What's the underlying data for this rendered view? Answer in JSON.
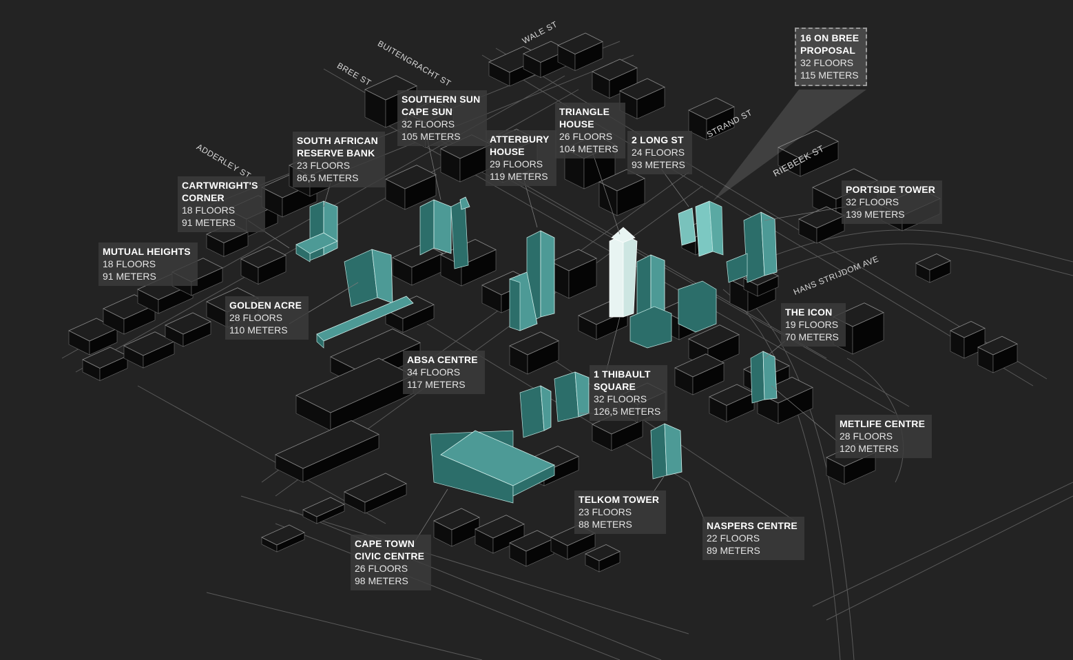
{
  "colors": {
    "background": "#232323",
    "highlight_building": "#4d9a96",
    "callout_box": "#3c3c3c"
  },
  "streets": [
    {
      "id": "wale",
      "name": "WALE ST"
    },
    {
      "id": "buitengracht",
      "name": "BUITENGRACHT ST"
    },
    {
      "id": "bree",
      "name": "BREE ST"
    },
    {
      "id": "adderley",
      "name": "ADDERLEY ST"
    },
    {
      "id": "strand",
      "name": "STRAND ST"
    },
    {
      "id": "riebeek",
      "name": "RIEBEEK ST"
    },
    {
      "id": "hans",
      "name": "HANS STRIJDOM AVE"
    }
  ],
  "buildings": [
    {
      "id": "bree16",
      "name": "16 ON BREE\nPROPOSAL",
      "floors": "32 FLOORS",
      "height": "115 METERS"
    },
    {
      "id": "southernsun",
      "name": "SOUTHERN SUN\nCAPE SUN",
      "floors": "32 FLOORS",
      "height": "105 METERS"
    },
    {
      "id": "triangle",
      "name": "TRIANGLE\nHOUSE",
      "floors": "26 FLOORS",
      "height": "104 METERS"
    },
    {
      "id": "atterbury",
      "name": "ATTERBURY\nHOUSE",
      "floors": "29 FLOORS",
      "height": "119 METERS"
    },
    {
      "id": "longst",
      "name": "2 LONG ST",
      "floors": "24 FLOORS",
      "height": "93 METERS"
    },
    {
      "id": "sarb",
      "name": "SOUTH AFRICAN\nRESERVE BANK",
      "floors": "23 FLOORS",
      "height": "86,5 METERS"
    },
    {
      "id": "cartwright",
      "name": "CARTWRIGHT'S\nCORNER",
      "floors": "18 FLOORS",
      "height": "91 METERS"
    },
    {
      "id": "portside",
      "name": "PORTSIDE TOWER",
      "floors": "32 FLOORS",
      "height": "139 METERS"
    },
    {
      "id": "mutual",
      "name": "MUTUAL HEIGHTS",
      "floors": "18 FLOORS",
      "height": "91 METERS"
    },
    {
      "id": "golden",
      "name": "GOLDEN ACRE",
      "floors": "28 FLOORS",
      "height": "110 METERS"
    },
    {
      "id": "icon",
      "name": "THE ICON",
      "floors": "19 FLOORS",
      "height": "70 METERS"
    },
    {
      "id": "absa",
      "name": "ABSA CENTRE",
      "floors": "34 FLOORS",
      "height": "117 METERS"
    },
    {
      "id": "thibault",
      "name": "1 THIBAULT\nSQUARE",
      "floors": "32 FLOORS",
      "height": "126,5 METERS"
    },
    {
      "id": "metlife",
      "name": "METLIFE CENTRE",
      "floors": "28 FLOORS",
      "height": "120 METERS"
    },
    {
      "id": "telkom",
      "name": "TELKOM TOWER",
      "floors": "23 FLOORS",
      "height": "88 METERS"
    },
    {
      "id": "naspers",
      "name": "NASPERS CENTRE",
      "floors": "22 FLOORS",
      "height": "89 METERS"
    },
    {
      "id": "civic",
      "name": "CAPE TOWN\nCIVIC CENTRE",
      "floors": "26 FLOORS",
      "height": "98 METERS"
    }
  ]
}
